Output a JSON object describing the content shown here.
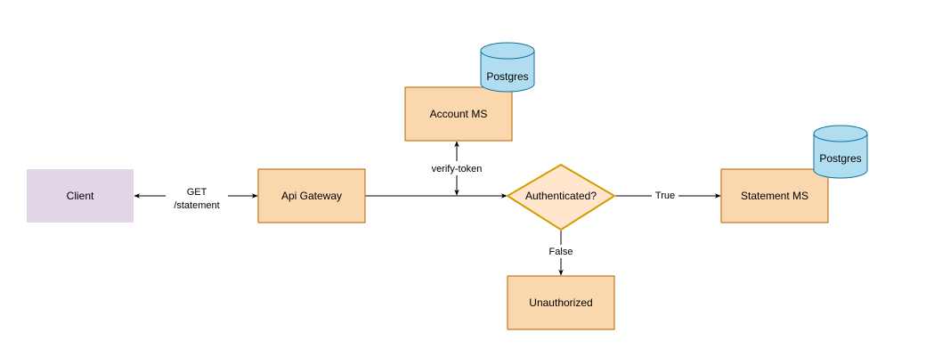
{
  "nodes": {
    "client": {
      "label": "Client"
    },
    "api_gateway": {
      "label": "Api Gateway"
    },
    "account_ms": {
      "label": "Account MS"
    },
    "decision": {
      "label": "Authenticated?"
    },
    "statement_ms": {
      "label": "Statement MS"
    },
    "unauthorized": {
      "label": "Unauthorized"
    },
    "postgres_account": {
      "label": "Postgres"
    },
    "postgres_statement": {
      "label": "Postgres"
    }
  },
  "edges": {
    "client_gateway": {
      "line1": "GET",
      "line2": "/statement"
    },
    "verify": {
      "label": "verify-token"
    },
    "true_branch": {
      "label": "True"
    },
    "false_branch": {
      "label": "False"
    }
  },
  "colors": {
    "client_fill": "#e1d5e7",
    "service_fill": "#fad7ac",
    "service_stroke": "#b46504",
    "decision_fill": "#ffe6cc",
    "decision_stroke": "#d79b00",
    "db_fill": "#b1ddf0",
    "db_stroke": "#10739e"
  }
}
